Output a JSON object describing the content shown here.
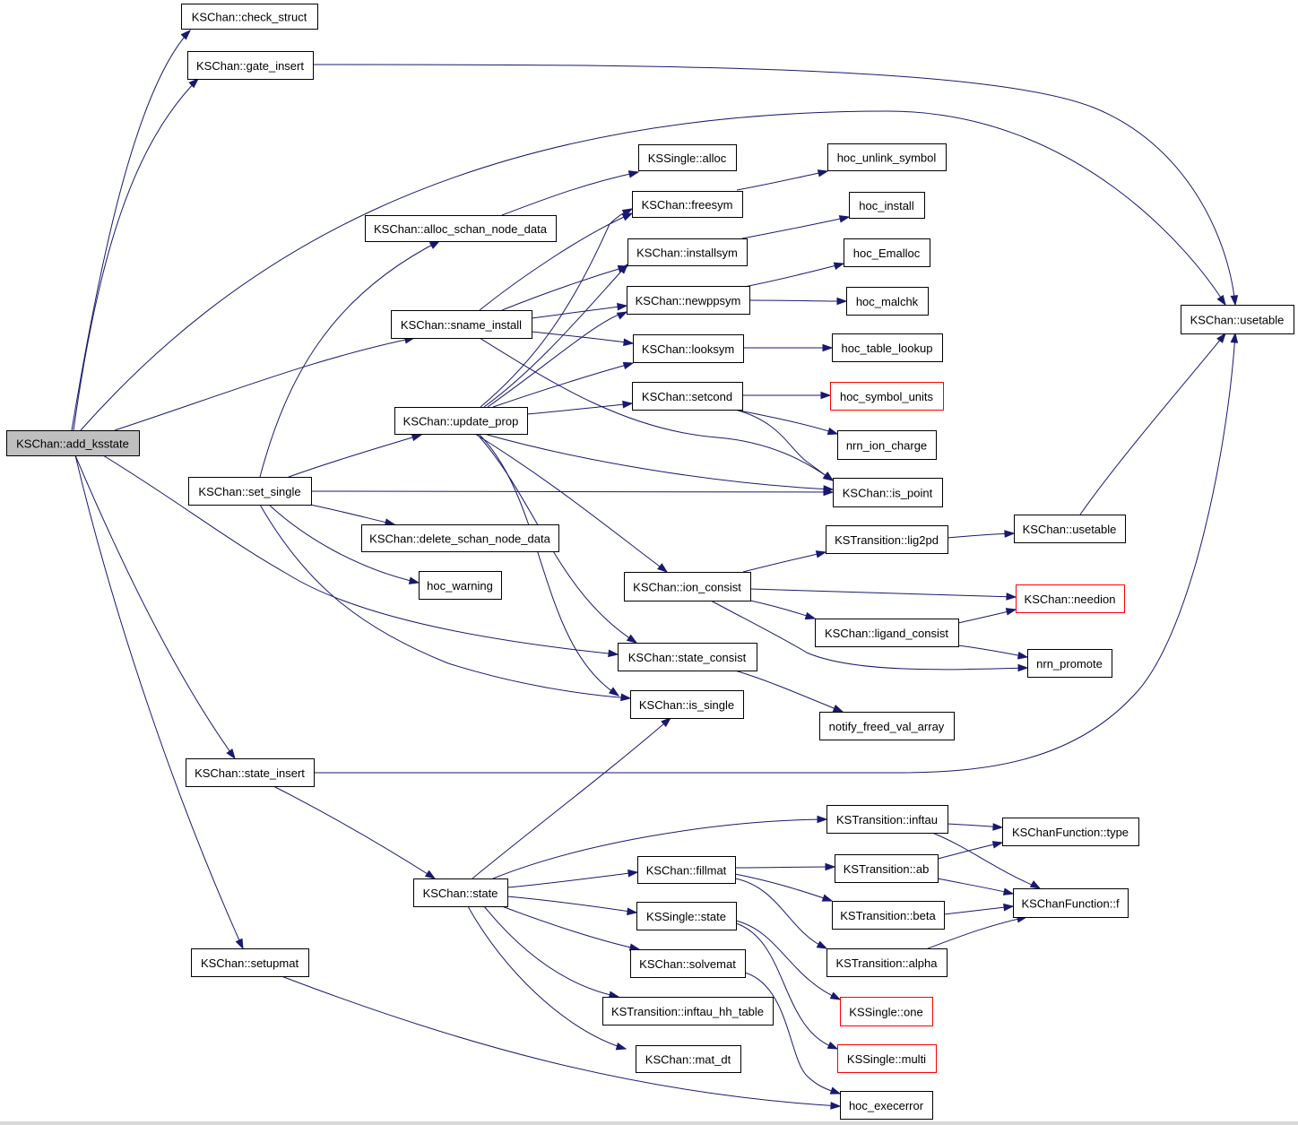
{
  "colors": {
    "edge": "#191970",
    "node_border": "#000000",
    "highlight_border": "#ff0000",
    "root_fill": "#bfbfbf"
  },
  "nodes": [
    {
      "id": "add_ksstate",
      "label": "KSChan::add_ksstate"
    },
    {
      "id": "check_struct",
      "label": "KSChan::check_struct"
    },
    {
      "id": "gate_insert",
      "label": "KSChan::gate_insert"
    },
    {
      "id": "usetable",
      "label": "KSChan::usetable"
    },
    {
      "id": "kssingle_alloc",
      "label": "KSSingle::alloc"
    },
    {
      "id": "hoc_unlink_symbol",
      "label": "hoc_unlink_symbol"
    },
    {
      "id": "freesym",
      "label": "KSChan::freesym"
    },
    {
      "id": "hoc_install",
      "label": "hoc_install"
    },
    {
      "id": "alloc_schan_node_data",
      "label": "KSChan::alloc_schan_node_data"
    },
    {
      "id": "installsym",
      "label": "KSChan::installsym"
    },
    {
      "id": "hoc_Emalloc",
      "label": "hoc_Emalloc"
    },
    {
      "id": "newppsym",
      "label": "KSChan::newppsym"
    },
    {
      "id": "hoc_malchk",
      "label": "hoc_malchk"
    },
    {
      "id": "sname_install",
      "label": "KSChan::sname_install"
    },
    {
      "id": "looksym",
      "label": "KSChan::looksym"
    },
    {
      "id": "hoc_table_lookup",
      "label": "hoc_table_lookup"
    },
    {
      "id": "setcond",
      "label": "KSChan::setcond"
    },
    {
      "id": "hoc_symbol_units",
      "label": "hoc_symbol_units"
    },
    {
      "id": "update_prop",
      "label": "KSChan::update_prop"
    },
    {
      "id": "nrn_ion_charge",
      "label": "nrn_ion_charge"
    },
    {
      "id": "is_point",
      "label": "KSChan::is_point"
    },
    {
      "id": "set_single",
      "label": "KSChan::set_single"
    },
    {
      "id": "usetable2",
      "label": "KSChan::usetable"
    },
    {
      "id": "lig2pd",
      "label": "KSTransition::lig2pd"
    },
    {
      "id": "delete_schan_node_data",
      "label": "KSChan::delete_schan_node_data"
    },
    {
      "id": "hoc_warning",
      "label": "hoc_warning"
    },
    {
      "id": "ion_consist",
      "label": "KSChan::ion_consist"
    },
    {
      "id": "needion",
      "label": "KSChan::needion"
    },
    {
      "id": "ligand_consist",
      "label": "KSChan::ligand_consist"
    },
    {
      "id": "state_consist",
      "label": "KSChan::state_consist"
    },
    {
      "id": "nrn_promote",
      "label": "nrn_promote"
    },
    {
      "id": "is_single",
      "label": "KSChan::is_single"
    },
    {
      "id": "notify_freed_val_array",
      "label": "notify_freed_val_array"
    },
    {
      "id": "state_insert",
      "label": "KSChan::state_insert"
    },
    {
      "id": "inftau",
      "label": "KSTransition::inftau"
    },
    {
      "id": "kschanfunction_type",
      "label": "KSChanFunction::type"
    },
    {
      "id": "fillmat",
      "label": "KSChan::fillmat"
    },
    {
      "id": "ab",
      "label": "KSTransition::ab"
    },
    {
      "id": "state",
      "label": "KSChan::state"
    },
    {
      "id": "kschanfunction_f",
      "label": "KSChanFunction::f"
    },
    {
      "id": "kssingle_state",
      "label": "KSSingle::state"
    },
    {
      "id": "beta",
      "label": "KSTransition::beta"
    },
    {
      "id": "setupmat",
      "label": "KSChan::setupmat"
    },
    {
      "id": "solvemat",
      "label": "KSChan::solvemat"
    },
    {
      "id": "alpha",
      "label": "KSTransition::alpha"
    },
    {
      "id": "kssingle_one",
      "label": "KSSingle::one"
    },
    {
      "id": "inftau_hh_table",
      "label": "KSTransition::inftau_hh_table"
    },
    {
      "id": "kssingle_multi",
      "label": "KSSingle::multi"
    },
    {
      "id": "mat_dt",
      "label": "KSChan::mat_dt"
    },
    {
      "id": "hoc_execerror",
      "label": "hoc_execerror"
    }
  ]
}
